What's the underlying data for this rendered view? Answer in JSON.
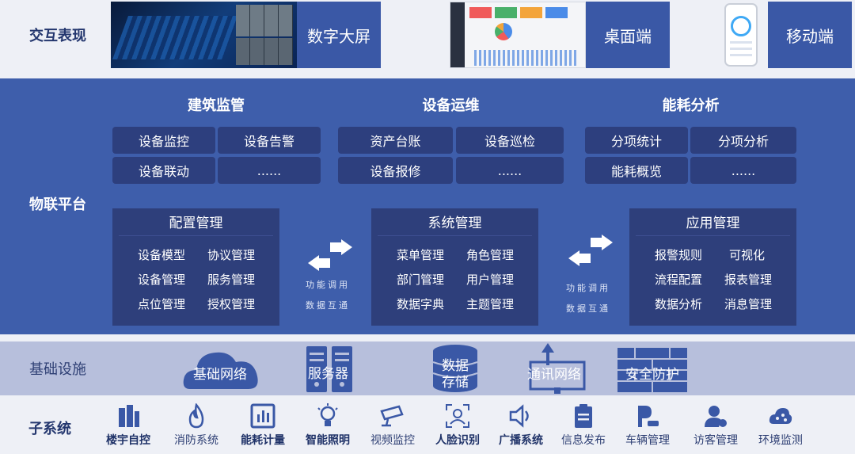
{
  "rows": {
    "interaction": "交互表现",
    "iot_platform": "物联平台",
    "infrastructure": "基础设施",
    "subsystems": "子系统"
  },
  "interaction_tiles": {
    "big_screen": "数字大屏",
    "desktop": "桌面端",
    "mobile": "移动端"
  },
  "groups": [
    {
      "title": "建筑监管",
      "items": [
        "设备监控",
        "设备告警",
        "设备联动",
        "......"
      ]
    },
    {
      "title": "设备运维",
      "items": [
        "资产台账",
        "设备巡检",
        "设备报修",
        "......"
      ]
    },
    {
      "title": "能耗分析",
      "items": [
        "分项统计",
        "分项分析",
        "能耗概览",
        "......"
      ]
    }
  ],
  "panels": [
    {
      "title": "配置管理",
      "items": [
        "设备模型",
        "协议管理",
        "设备管理",
        "服务管理",
        "点位管理",
        "授权管理"
      ]
    },
    {
      "title": "系统管理",
      "items": [
        "菜单管理",
        "角色管理",
        "部门管理",
        "用户管理",
        "数据字典",
        "主题管理"
      ]
    },
    {
      "title": "应用管理",
      "items": [
        "报警规则",
        "可视化",
        "流程配置",
        "报表管理",
        "数据分析",
        "消息管理"
      ]
    }
  ],
  "connectors": [
    {
      "line1": "功能调用",
      "line2": "数据互通"
    },
    {
      "line1": "功能调用",
      "line2": "数据互通"
    }
  ],
  "infrastructure": {
    "network": "基础网络",
    "server": "服务器",
    "storage_1": "数据",
    "storage_2": "存储",
    "comm": "通讯网络",
    "security": "安全防护"
  },
  "subsystems": [
    {
      "label": "楼宇自控",
      "icon": "building-icon",
      "bold": true
    },
    {
      "label": "消防系统",
      "icon": "fire-icon",
      "bold": false
    },
    {
      "label": "能耗计量",
      "icon": "meter-icon",
      "bold": true
    },
    {
      "label": "智能照明",
      "icon": "bulb-icon",
      "bold": true
    },
    {
      "label": "视频监控",
      "icon": "camera-icon",
      "bold": false
    },
    {
      "label": "人脸识别",
      "icon": "face-icon",
      "bold": true
    },
    {
      "label": "广播系统",
      "icon": "speaker-icon",
      "bold": true
    },
    {
      "label": "信息发布",
      "icon": "clipboard-icon",
      "bold": false
    },
    {
      "label": "车辆管理",
      "icon": "parking-icon",
      "bold": false
    },
    {
      "label": "访客管理",
      "icon": "visitor-icon",
      "bold": false
    },
    {
      "label": "环境监测",
      "icon": "cloud-icon",
      "bold": false
    }
  ],
  "colors": {
    "platform_bg": "#3e5eab",
    "box_dark": "#2d3f7e",
    "infra_bg": "#b7bfdc",
    "icon_color": "#3a58a6",
    "label_dark": "#23366e"
  }
}
